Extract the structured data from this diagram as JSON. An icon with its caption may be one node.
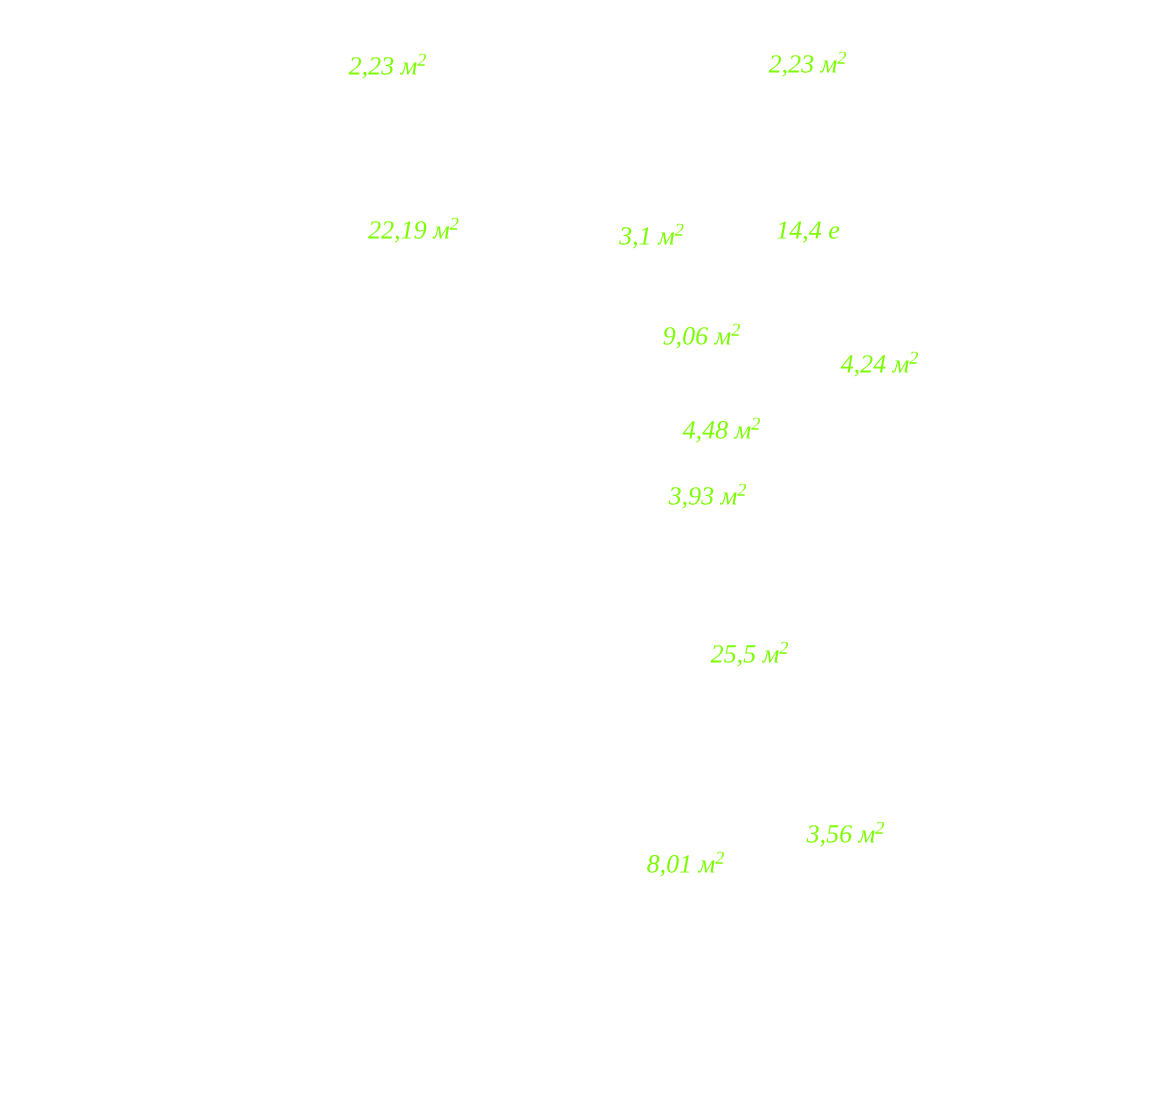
{
  "diagram": {
    "labels": [
      "2,23 м$^{2}$",
      "2,23 м$^{2}$",
      "22,19 м$^{2}$",
      "3,1 м$^{2}$",
      "14,4 е",
      "9,06 м$^{2}$",
      "4,24 м$^{2}$",
      "4,48 м$^{2}$",
      "3,93 м$^{2}$",
      "25,5 м$^{2}$",
      "3,56 м$^{2}$",
      "8,01 м$^{2}$"
    ]
  }
}
